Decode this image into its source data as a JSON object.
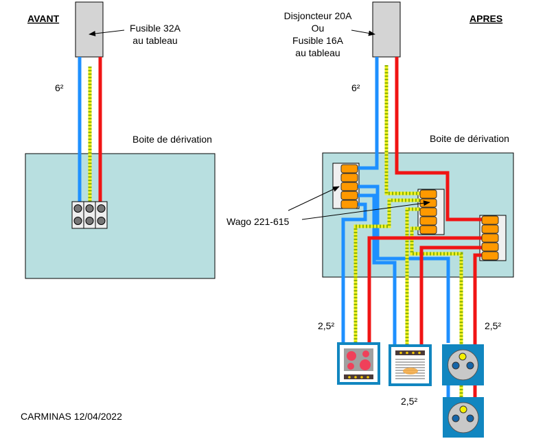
{
  "before": {
    "title": "AVANT",
    "fuse_label": [
      "Fusible 32A",
      "au tableau"
    ],
    "section": "6²",
    "box_label": "Boite de dérivation"
  },
  "after": {
    "title": "APRES",
    "breaker_label": [
      "Disjoncteur 20A",
      "Ou",
      "Fusible 16A",
      "au tableau"
    ],
    "section": "6²",
    "box_label": "Boite de dérivation",
    "connector_label": "Wago 221-615",
    "output_sections": [
      "2,5²",
      "2,5²",
      "2,5²"
    ],
    "appliances": [
      "hob-icon",
      "oven-icon",
      "socket-icon",
      "socket-icon"
    ]
  },
  "colors": {
    "neutral": "#1e90ff",
    "phase": "#f01414",
    "earth": "#f0f020",
    "box": "#b8dfe0",
    "wago": "#ff9900",
    "appliance_frame": "#1186c0"
  },
  "footer": "CARMINAS 12/04/2022"
}
